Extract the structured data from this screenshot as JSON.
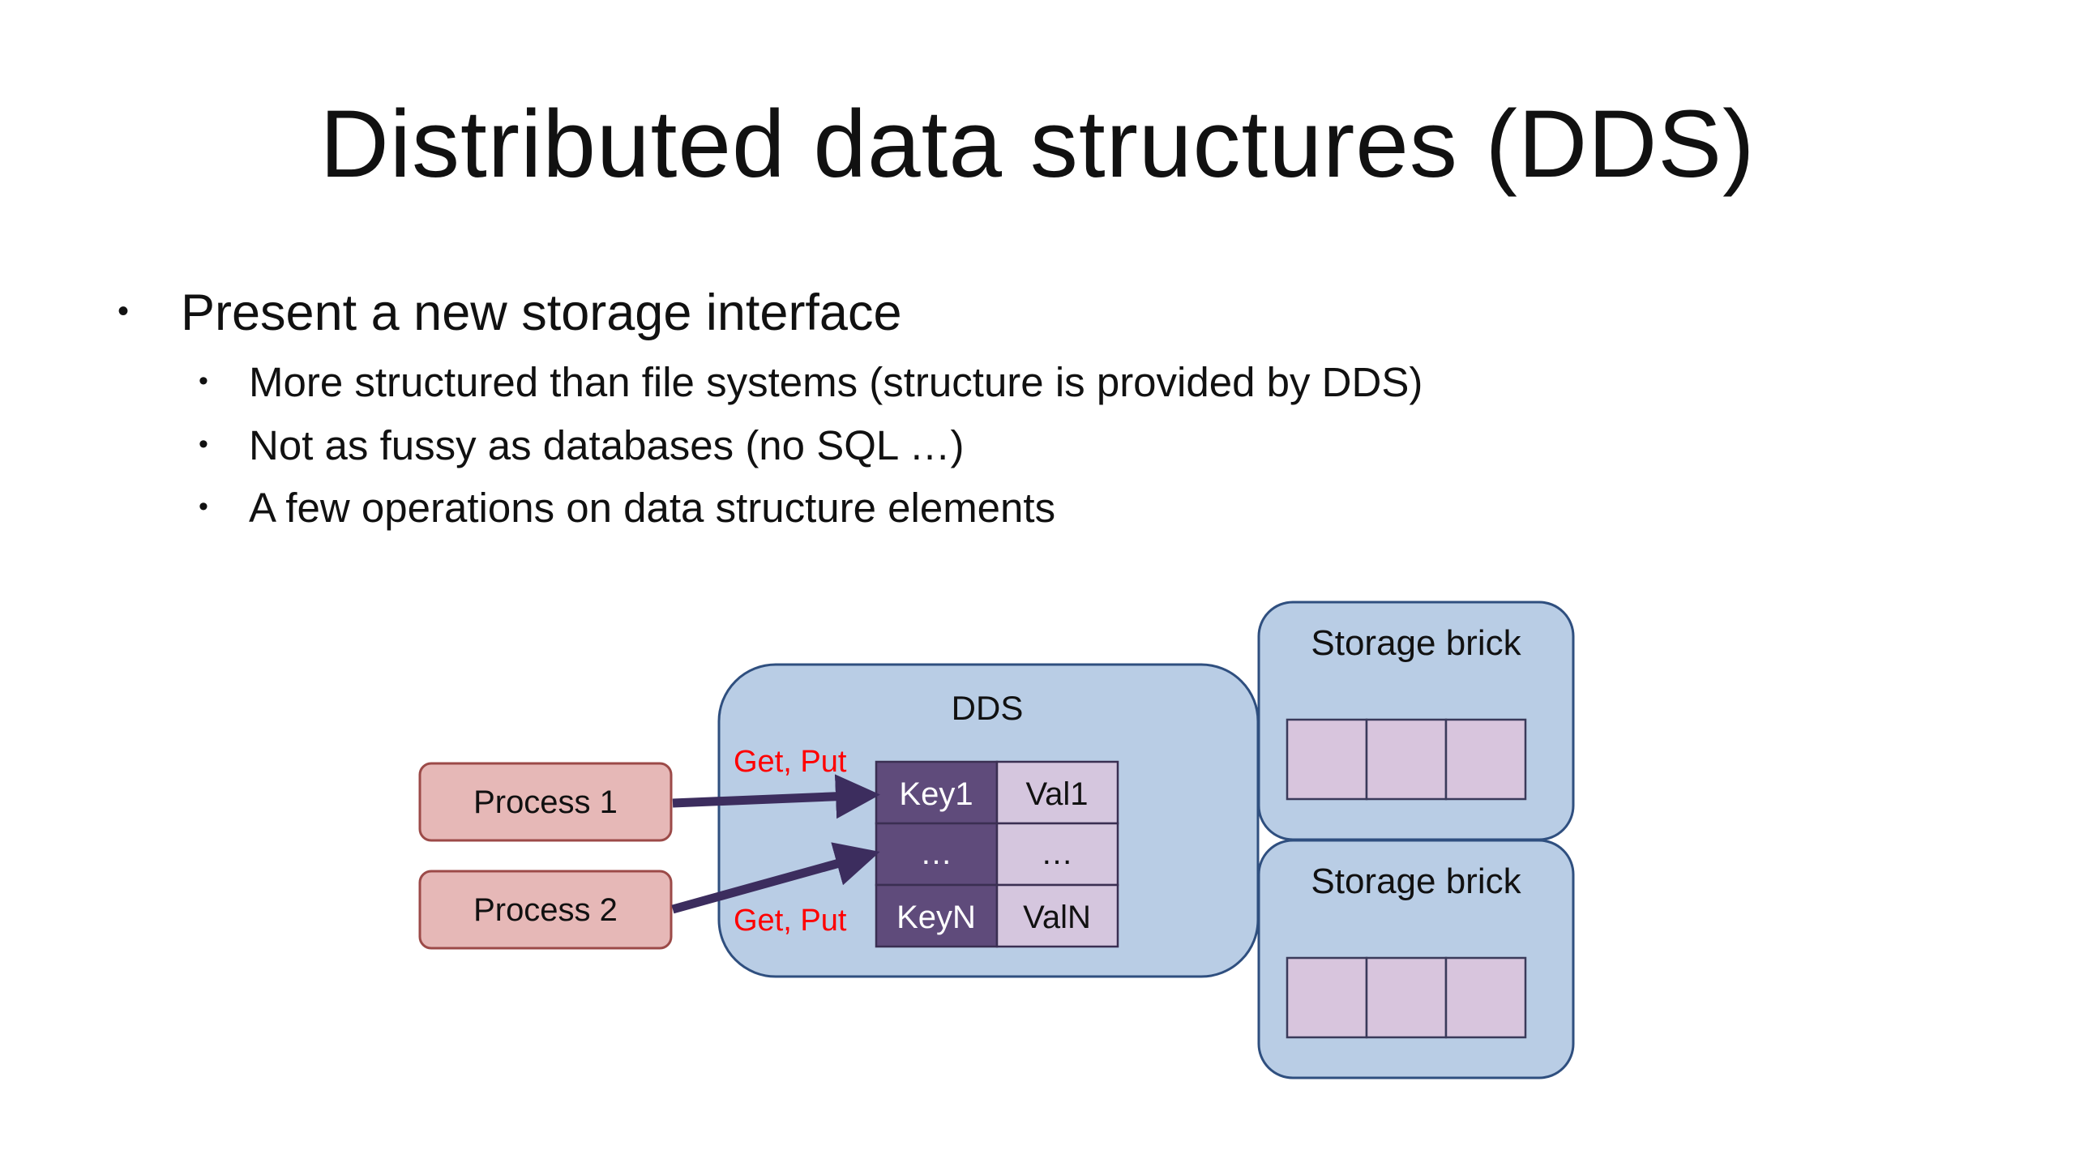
{
  "title": "Distributed data structures (DDS)",
  "bullets": {
    "main": "Present a new storage interface",
    "marker": "•",
    "subs": [
      "More structured than file systems (structure is provided by DDS)",
      "Not as fussy as databases (no SQL …)",
      "A few operations on data structure elements"
    ]
  },
  "diagram": {
    "processes": [
      "Process 1",
      "Process 2"
    ],
    "dds_label": "DDS",
    "ops_labels": [
      "Get, Put",
      "Get, Put"
    ],
    "table": {
      "rows": [
        {
          "key": "Key1",
          "val": "Val1"
        },
        {
          "key": "…",
          "val": "…"
        },
        {
          "key": "KeyN",
          "val": "ValN"
        }
      ]
    },
    "storage_bricks": [
      {
        "label": "Storage brick",
        "cells": 3
      },
      {
        "label": "Storage brick",
        "cells": 3
      }
    ],
    "colors": {
      "process_fill": "#e6b8b7",
      "process_stroke": "#b85450",
      "container_fill": "#b9cde5",
      "container_stroke": "#6c8ebf",
      "key_fill": "#5f4b7b",
      "val_fill": "#d5c6de",
      "brick_cell_fill": "#d8c5dd",
      "arrow": "#3c2d5e",
      "ops_text": "#ff0000"
    }
  }
}
